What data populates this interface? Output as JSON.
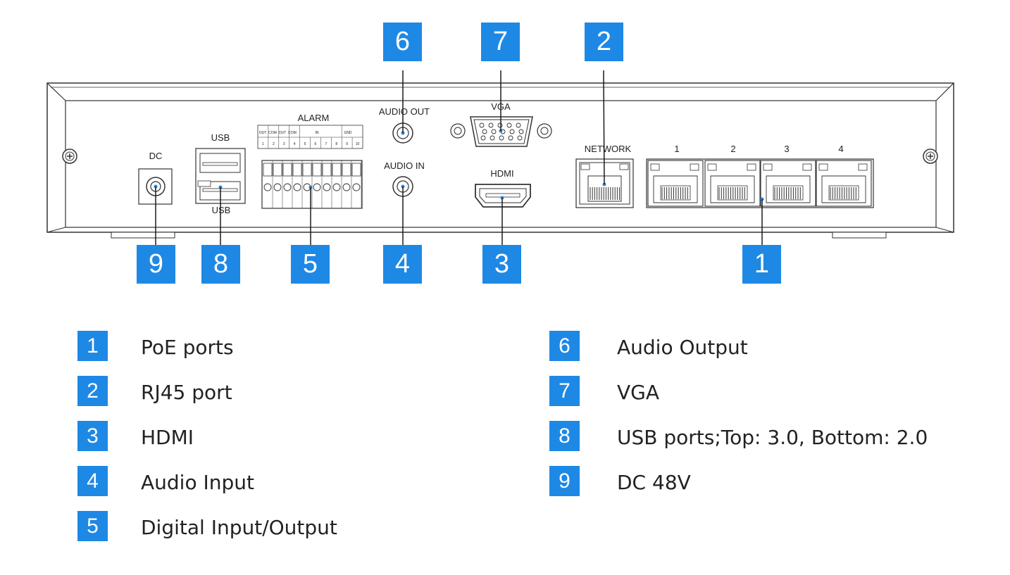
{
  "panel_labels": {
    "dc": "DC",
    "usb_top": "USB",
    "usb_bottom": "USB",
    "alarm": "ALARM",
    "alarm_pins": [
      "OUT",
      "COM",
      "OUT",
      "COM",
      "IN",
      "GND"
    ],
    "alarm_numbers": [
      "1",
      "2",
      "3",
      "4",
      "5",
      "6",
      "7",
      "8",
      "9",
      "10"
    ],
    "audio_out": "AUDIO OUT",
    "audio_in": "AUDIO IN",
    "vga": "VGA",
    "hdmi": "HDMI",
    "network": "NETWORK",
    "poe_numbers": [
      "1",
      "2",
      "3",
      "4"
    ]
  },
  "callouts": {
    "c6": "6",
    "c7": "7",
    "c2": "2",
    "c9": "9",
    "c8": "8",
    "c5": "5",
    "c4": "4",
    "c3": "3",
    "c1": "1"
  },
  "legend_left": [
    {
      "num": "1",
      "text": "PoE ports"
    },
    {
      "num": "2",
      "text": "RJ45 port"
    },
    {
      "num": "3",
      "text": "HDMI"
    },
    {
      "num": "4",
      "text": "Audio Input"
    },
    {
      "num": "5",
      "text": "Digital Input/Output"
    }
  ],
  "legend_right": [
    {
      "num": "6",
      "text": "Audio Output"
    },
    {
      "num": "7",
      "text": "VGA"
    },
    {
      "num": "8",
      "text": "USB ports;Top: 3.0, Bottom: 2.0"
    },
    {
      "num": "9",
      "text": "DC 48V"
    }
  ],
  "colors": {
    "accent": "#1e88e5",
    "line": "#333333"
  }
}
